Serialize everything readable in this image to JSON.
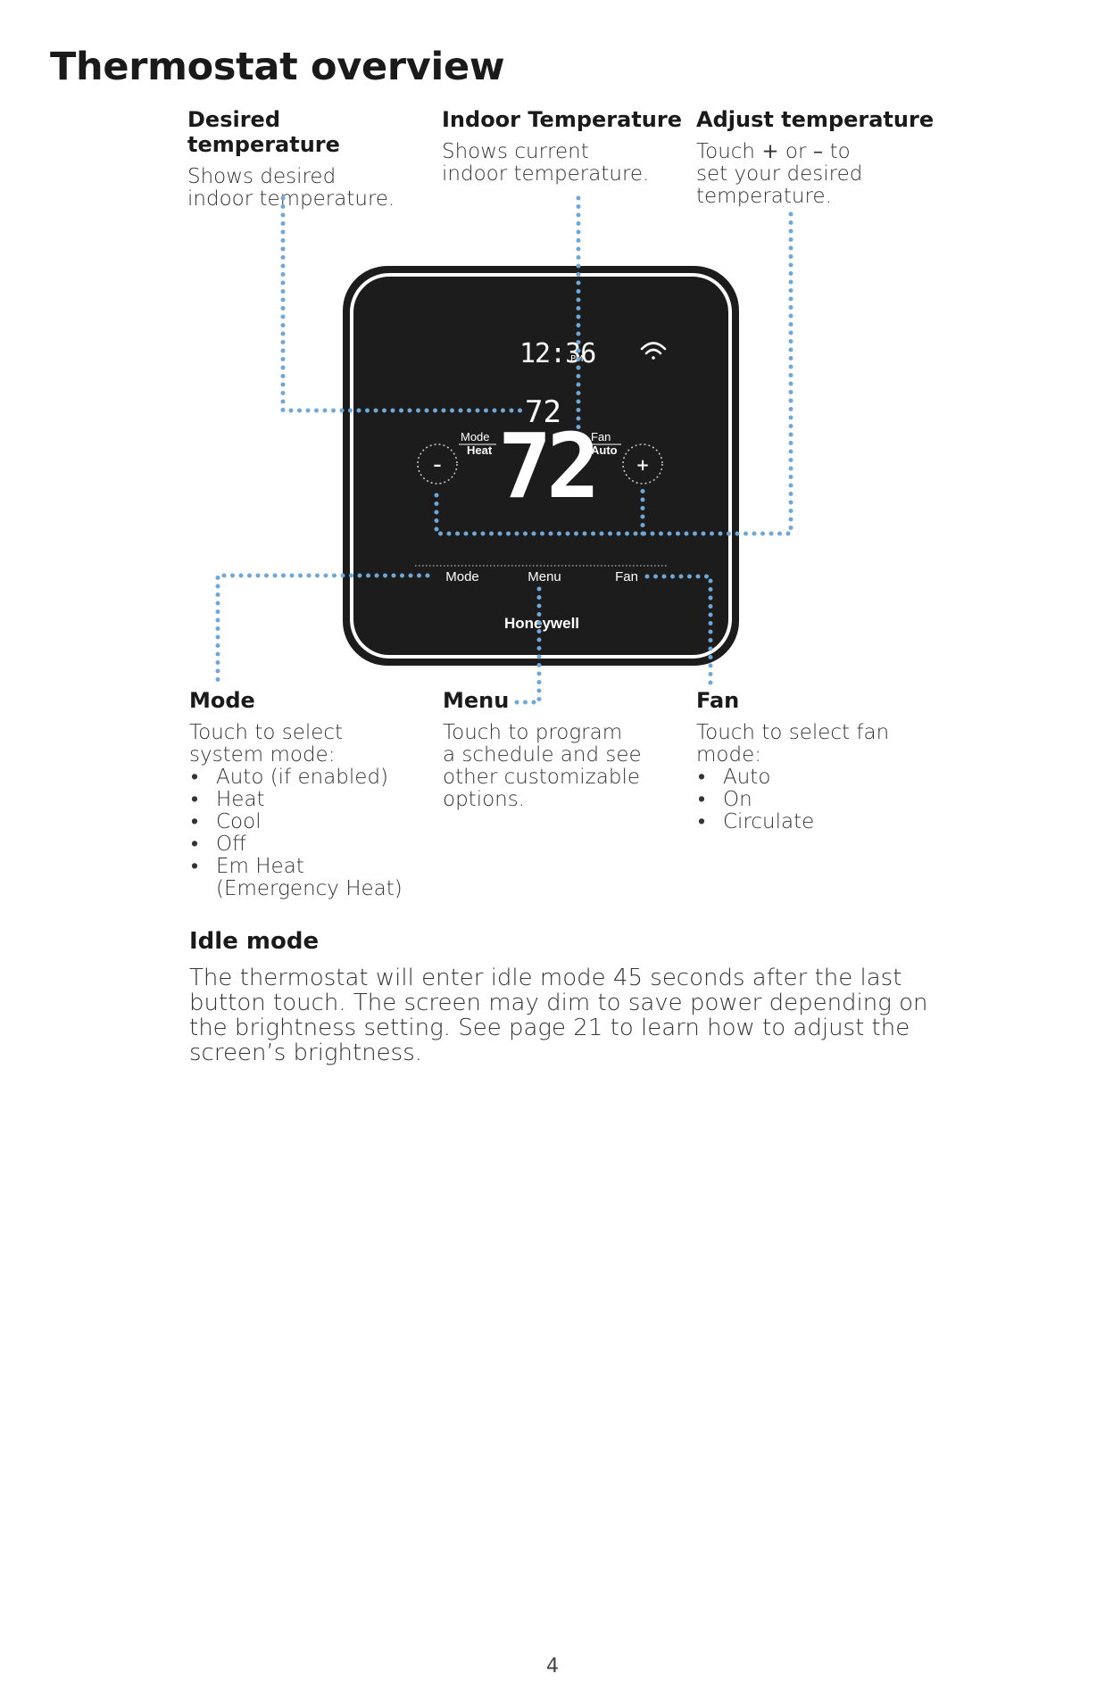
{
  "title": "Thermostat overview",
  "callouts": {
    "desired": {
      "title": "Desired temperature",
      "text": "Shows desired\nindoor temperature."
    },
    "indoor": {
      "title": "Indoor Temperature",
      "text": "Shows current\nindoor temperature."
    },
    "adjust": {
      "title": "Adjust temperature",
      "text_1": "Touch ",
      "plus": "+",
      "text_2": " or ",
      "minus": "–",
      "text_3": " to\nset your desired\ntemperature."
    },
    "mode": {
      "title": "Mode",
      "text": "Touch to select\nsystem mode:",
      "items": [
        "Auto (if enabled)",
        "Heat",
        "Cool",
        "Off",
        "Em Heat"
      ],
      "item_note": "(Emergency Heat)"
    },
    "menu": {
      "title": "Menu",
      "text": "Touch to program\na schedule and see\nother customizable\noptions."
    },
    "fan": {
      "title": "Fan",
      "text": "Touch to select fan\nmode:",
      "items": [
        "Auto",
        "On",
        "Circulate"
      ]
    }
  },
  "device": {
    "time": "12:36",
    "ampm": "PM",
    "desired_temp": "72",
    "indoor_temp": "72",
    "mode_label": "Mode",
    "mode_value": "Heat",
    "fan_label": "Fan",
    "fan_value": "Auto",
    "minus_button": "–",
    "plus_button": "+",
    "soft_keys": [
      "Mode",
      "Menu",
      "Fan"
    ],
    "brand": "Honeywell",
    "wifi_icon": "wifi-icon"
  },
  "idle_mode": {
    "title": "Idle mode",
    "text": "The thermostat will enter idle mode 45 seconds after the last button touch. The screen may dim to save power depending on the brightness setting. See page 21 to learn how to adjust the screen’s brightness."
  },
  "page_number": "4",
  "colors": {
    "leader_dots": "#6fa8d6",
    "device_body": "#1c1c1c",
    "device_bezel": "#ffffff"
  }
}
